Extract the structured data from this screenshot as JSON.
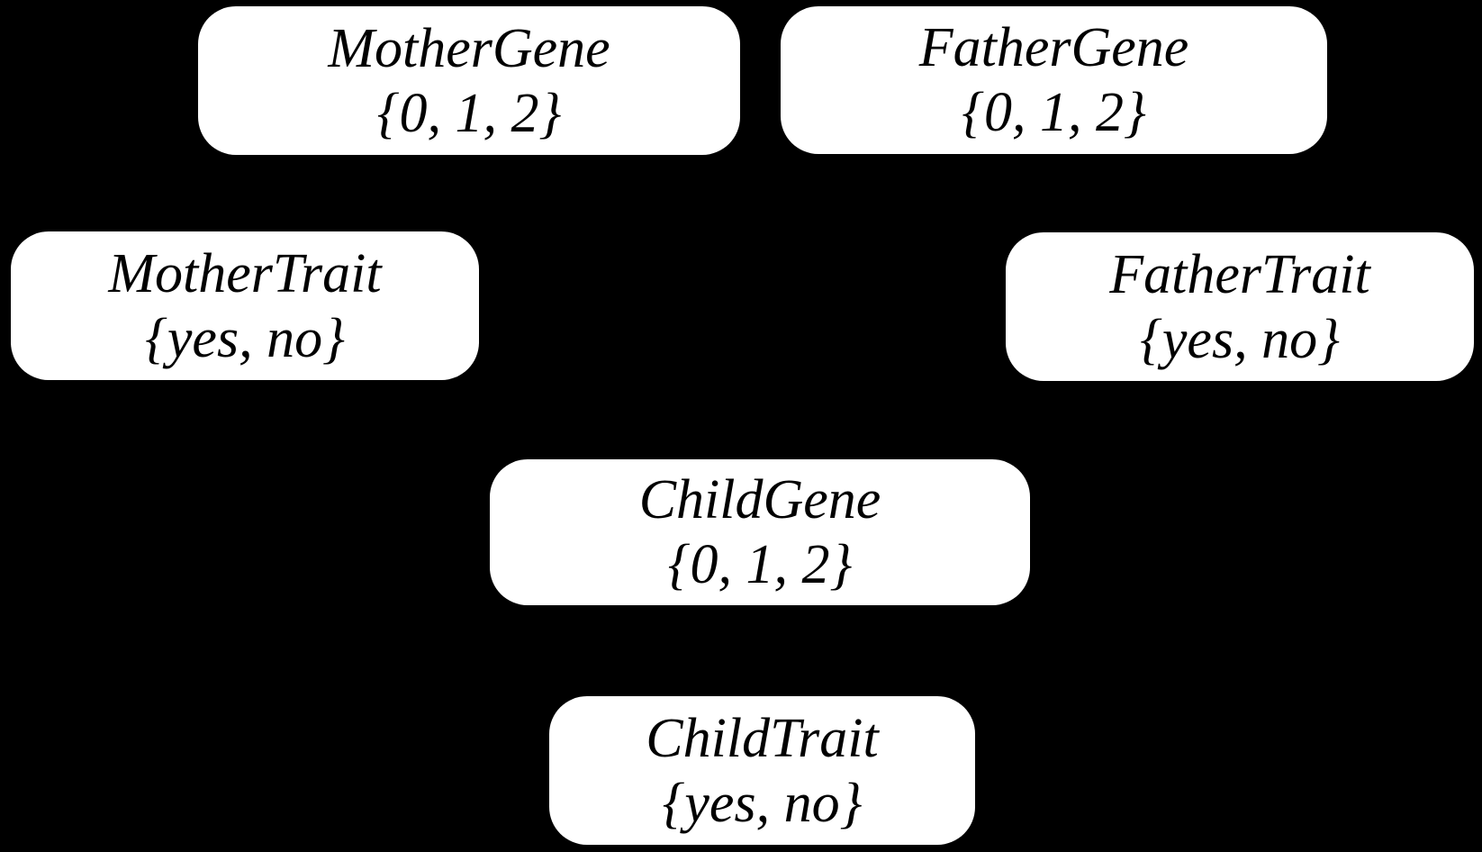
{
  "diagram": {
    "kind": "bayesian-network",
    "colors": {
      "background": "#000000",
      "node_fill": "#ffffff",
      "node_text": "#000000"
    },
    "nodes": [
      {
        "id": "mother-gene",
        "name": "MotherGene",
        "domain": "{0, 1, 2}"
      },
      {
        "id": "father-gene",
        "name": "FatherGene",
        "domain": "{0, 1, 2}"
      },
      {
        "id": "mother-trait",
        "name": "MotherTrait",
        "domain": "{yes, no}"
      },
      {
        "id": "father-trait",
        "name": "FatherTrait",
        "domain": "{yes, no}"
      },
      {
        "id": "child-gene",
        "name": "ChildGene",
        "domain": "{0, 1, 2}"
      },
      {
        "id": "child-trait",
        "name": "ChildTrait",
        "domain": "{yes, no}"
      }
    ]
  }
}
